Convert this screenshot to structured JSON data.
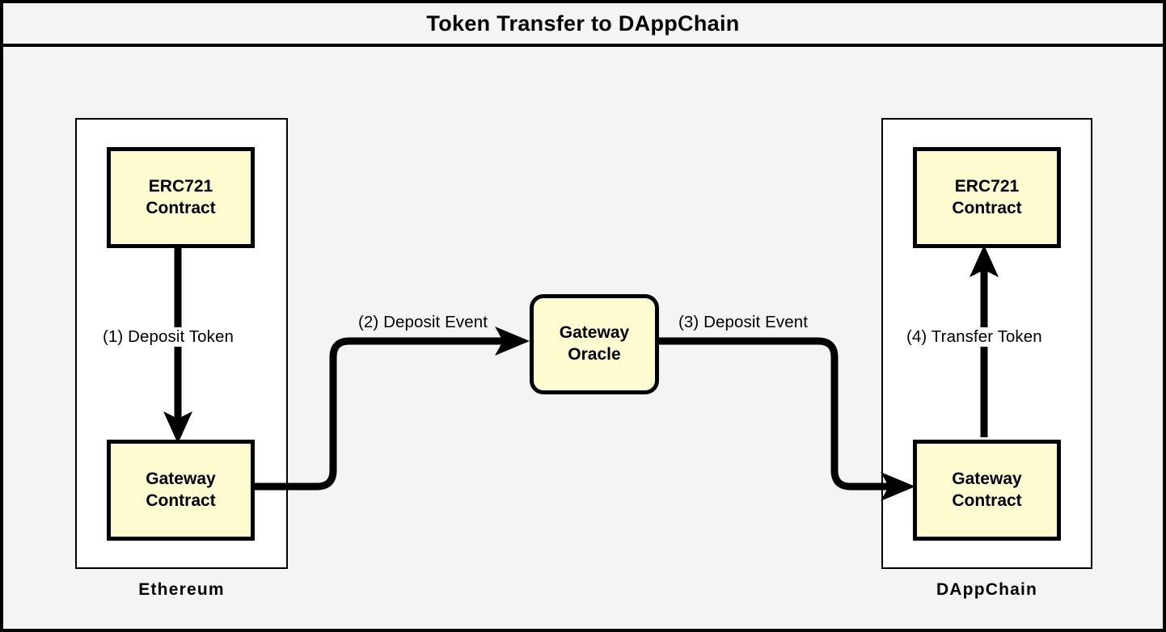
{
  "diagram": {
    "title": "Token Transfer to DAppChain",
    "background_color": "#f4f4f4",
    "node_fill_color": "#fdfbcf",
    "stroke_color": "#000000"
  },
  "chains": [
    {
      "id": "ethereum",
      "label": "Ethereum"
    },
    {
      "id": "dappchain",
      "label": "DAppChain"
    }
  ],
  "nodes": {
    "eth_erc721": {
      "line1": "ERC721",
      "line2": "Contract"
    },
    "eth_gateway": {
      "line1": "Gateway",
      "line2": "Contract"
    },
    "oracle": {
      "line1": "Gateway",
      "line2": "Oracle"
    },
    "dapp_erc721": {
      "line1": "ERC721",
      "line2": "Contract"
    },
    "dapp_gateway": {
      "line1": "Gateway",
      "line2": "Contract"
    }
  },
  "edges": [
    {
      "id": "e1",
      "label": "(1) Deposit Token",
      "from": "eth_erc721",
      "to": "eth_gateway"
    },
    {
      "id": "e2",
      "label": "(2) Deposit Event",
      "from": "eth_gateway",
      "to": "oracle"
    },
    {
      "id": "e3",
      "label": "(3) Deposit Event",
      "from": "oracle",
      "to": "dapp_gateway"
    },
    {
      "id": "e4",
      "label": "(4) Transfer Token",
      "from": "dapp_gateway",
      "to": "dapp_erc721"
    }
  ]
}
